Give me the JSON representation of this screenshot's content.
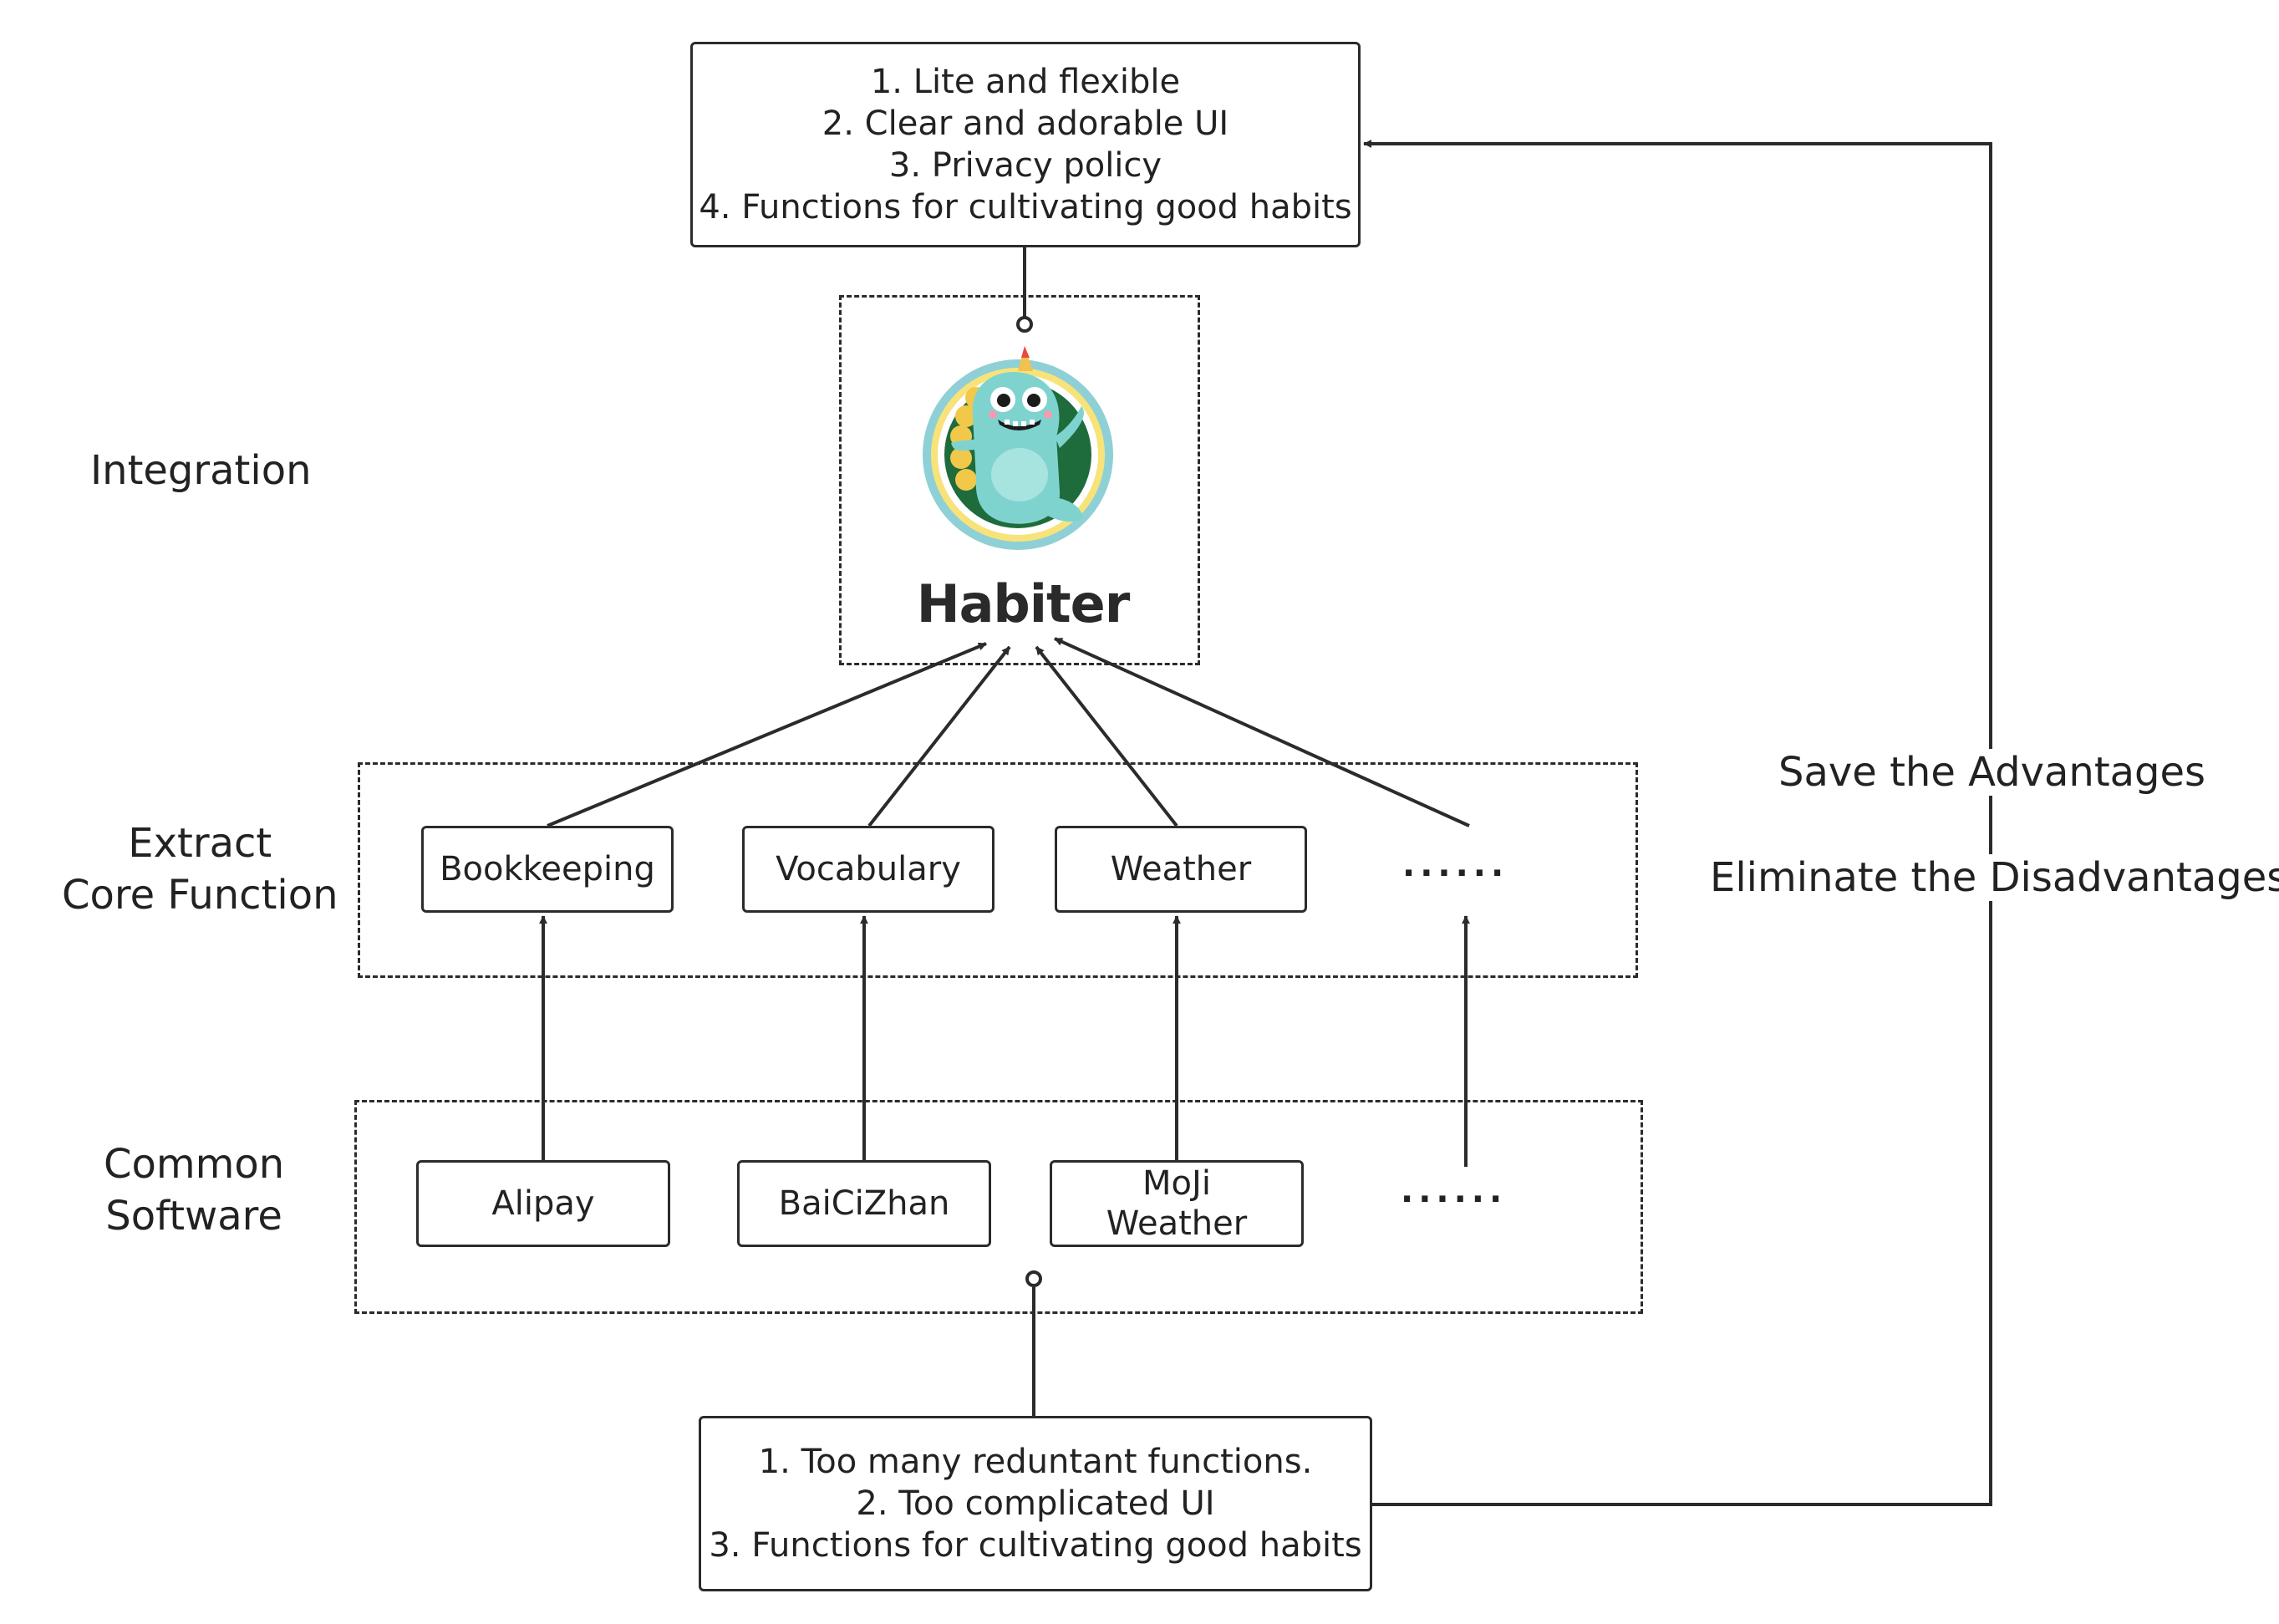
{
  "diagram": {
    "advantages_box": {
      "lines": "1. Lite and flexible\n2. Clear and adorable UI\n3. Privacy policy\n4. Functions for cultivating good habits"
    },
    "disadvantages_box": {
      "lines": "1. Too many reduntant functions.\n2. Too complicated UI\n3.  Functions for cultivating good habits"
    },
    "app": {
      "name": "Habiter",
      "icon": "dinosaur-mascot-icon"
    },
    "layers": {
      "integration": "Integration",
      "extract": "Extract\nCore Function",
      "common": "Common\nSoftware"
    },
    "core_functions": [
      "Bookkeeping",
      "Vocabulary",
      "Weather",
      "······"
    ],
    "software": [
      "Alipay",
      "BaiCiZhan",
      "MoJi\nWeather",
      "······"
    ],
    "feedback_labels": {
      "save": "Save the Advantages",
      "eliminate": "Eliminate the Disadvantages"
    },
    "colors": {
      "line": "#2b2b2b",
      "mascot_body": "#7fd3cf",
      "mascot_ring": "#1e6b3c",
      "mascot_outer": "#f7e37a",
      "mascot_frame": "#8fd0d6"
    }
  }
}
